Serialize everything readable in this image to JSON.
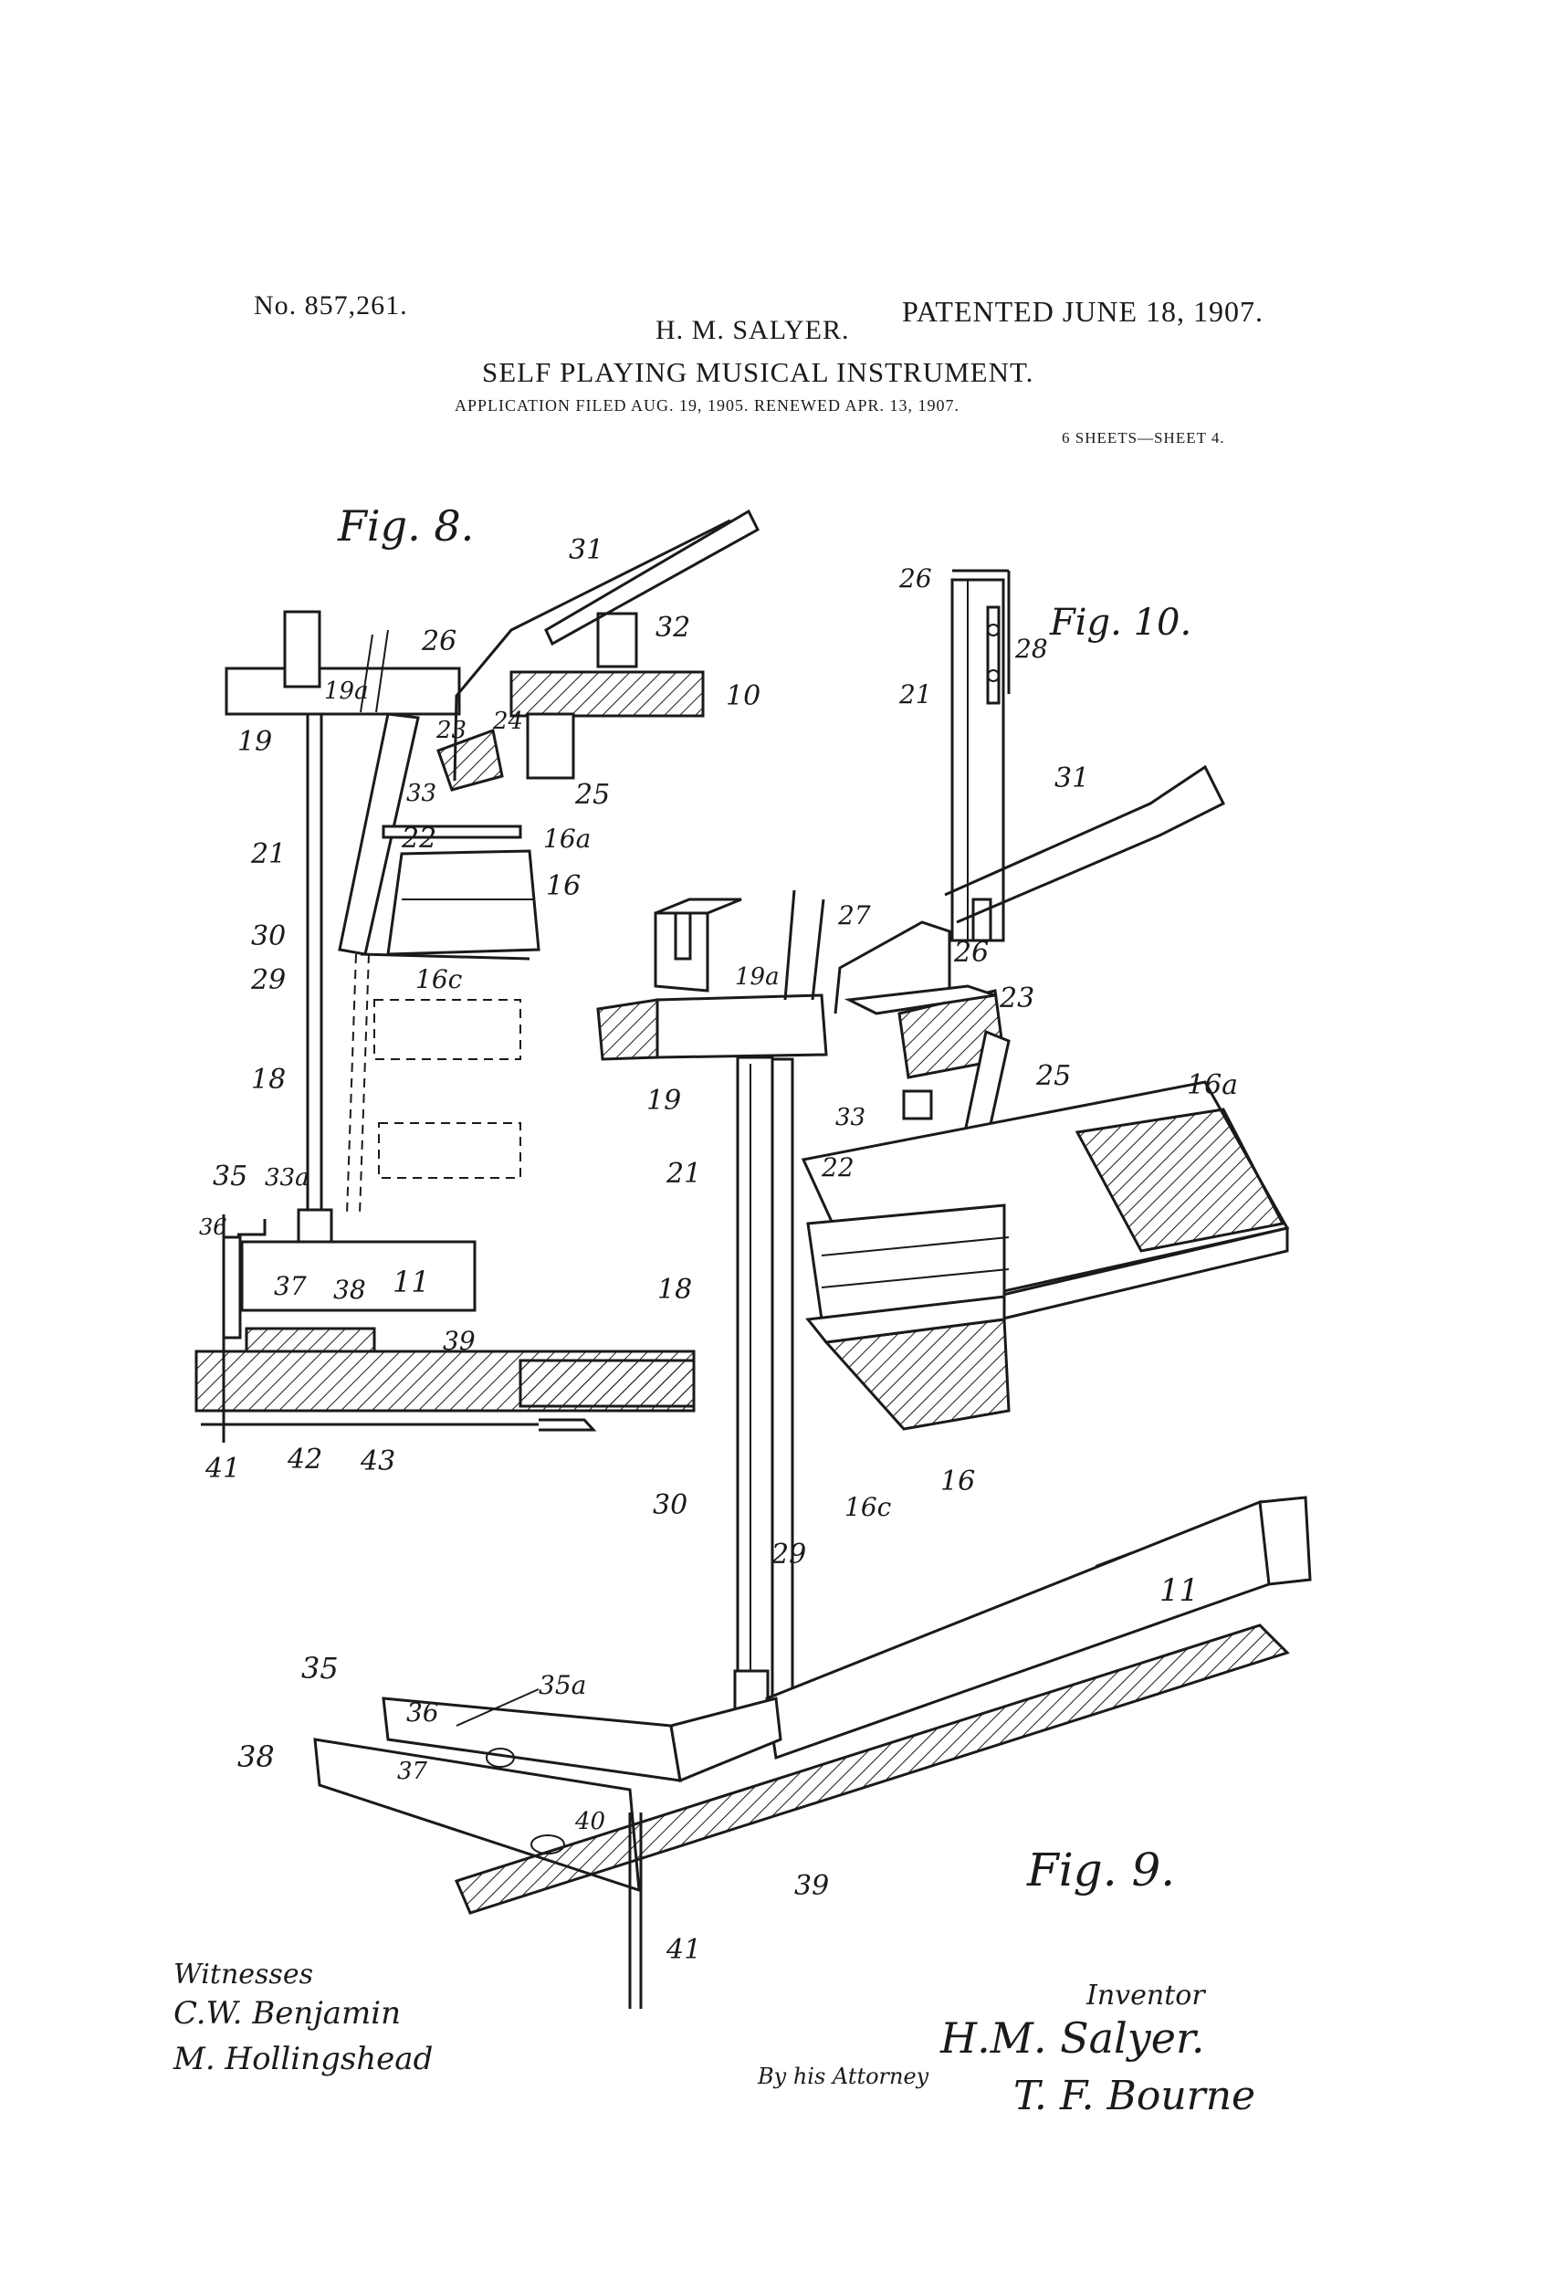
{
  "header": {
    "patent_number": "No. 857,261.",
    "inventor_name": "H. M. SALYER.",
    "patented_date": "PATENTED JUNE 18, 1907.",
    "title": "SELF PLAYING MUSICAL INSTRUMENT.",
    "application": "APPLICATION FILED AUG. 19, 1905. RENEWED APR. 13, 1907.",
    "sheets": "6 SHEETS—SHEET 4."
  },
  "figures": {
    "fig8": "Fig. 8.",
    "fig9": "Fig. 9.",
    "fig10": "Fig. 10."
  },
  "labels": {
    "fig8": [
      "31",
      "32",
      "10",
      "26",
      "19a",
      "19",
      "23",
      "24",
      "33",
      "25",
      "21",
      "22",
      "16a",
      "16",
      "30",
      "29",
      "16c",
      "18",
      "35",
      "33a",
      "36",
      "37",
      "38",
      "11",
      "39",
      "41",
      "42",
      "43"
    ],
    "fig9": [
      "31",
      "19a",
      "27",
      "26",
      "23",
      "25",
      "16a",
      "19",
      "33",
      "21",
      "22",
      "18",
      "30",
      "16",
      "16c",
      "29",
      "11",
      "35",
      "35a",
      "36",
      "38",
      "37",
      "40",
      "39",
      "41"
    ],
    "fig10": [
      "26",
      "28",
      "21"
    ]
  },
  "footer": {
    "witnesses_label": "Witnesses",
    "witness_1": "C.W. Benjamin",
    "witness_2": "M. Hollingshead",
    "inventor_label": "Inventor",
    "inventor_signature": "H.M. Salyer.",
    "attorney_label": "By his Attorney",
    "attorney_signature": "T. F. Bourne"
  }
}
